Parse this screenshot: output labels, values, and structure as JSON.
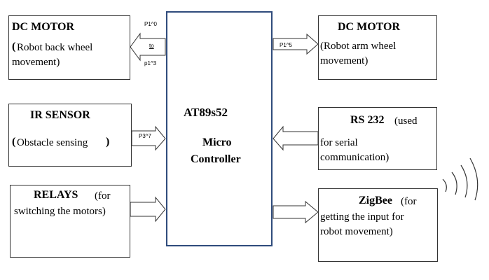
{
  "microcontroller": {
    "model": "AT89s52",
    "line1": "Micro",
    "line2": "Controller"
  },
  "blocks": {
    "dc_motor_left": {
      "title": "DC MOTOR",
      "paren_open": "(",
      "line1": "Robot back wheel",
      "line2": "movement)"
    },
    "dc_motor_right": {
      "title": "DC MOTOR",
      "line1": "(Robot arm wheel",
      "line2": "movement)"
    },
    "ir_sensor": {
      "title": "IR SENSOR",
      "paren_open": "(",
      "line1": "Obstacle sensing",
      "paren_close": ")"
    },
    "rs232": {
      "title": "RS 232",
      "title_note": "(used",
      "line1": "for serial",
      "line2": "communication)"
    },
    "relays": {
      "title": "RELAYS",
      "title_note": "(for",
      "line1": "switching the motors)"
    },
    "zigbee": {
      "title": "ZigBee",
      "title_note": "(for",
      "line1": "getting the input for",
      "line2": "robot movement)"
    }
  },
  "pin_labels": {
    "p1_0": "P1^0",
    "p1_3_dots": "to",
    "p1_3": "p1^3",
    "p1_5": "P1^5",
    "p3_7": "P3^7"
  },
  "colors": {
    "microcontroller_border": "#2f4b7c",
    "box_border": "#333333",
    "arrow_stroke": "#333333"
  }
}
